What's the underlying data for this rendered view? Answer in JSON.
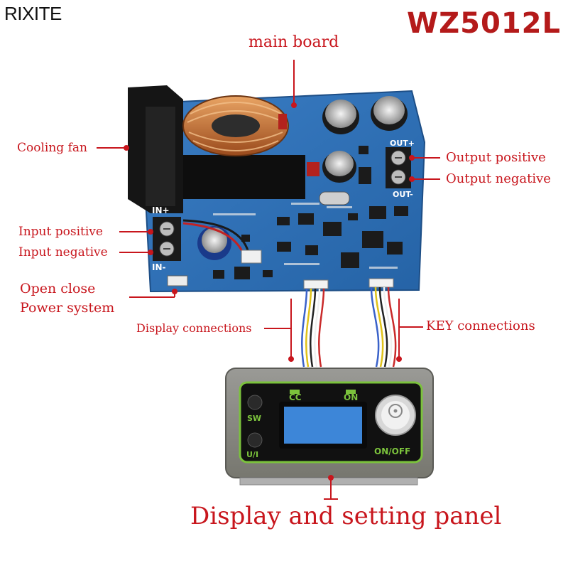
{
  "brand": "RIXITE",
  "model": "WZ5012L",
  "labels": {
    "main_board": "main board",
    "cooling_fan": "Cooling fan",
    "output_positive": "Output positive",
    "output_negative": "Output negative",
    "input_positive": "Input positive",
    "input_negative": "Input negative",
    "open_close": "Open close",
    "power_system": "Power system",
    "display_connections": "Display connections",
    "key_connections": "KEY connections",
    "display_panel": "Display and setting panel"
  },
  "board_marks": {
    "out_plus": "OUT+",
    "out_minus": "OUT-",
    "in_plus": "IN+",
    "in_minus": "IN-"
  },
  "panel": {
    "cc": "CC",
    "on": "ON",
    "sw": "SW",
    "ui": "U/I",
    "onoff": "ON/OFF"
  },
  "colors": {
    "label_red": "#c8161d",
    "pcb_blue": "#2f6fb4",
    "panel_grey": "#8c8c88",
    "display_blue": "#3d86d8"
  }
}
